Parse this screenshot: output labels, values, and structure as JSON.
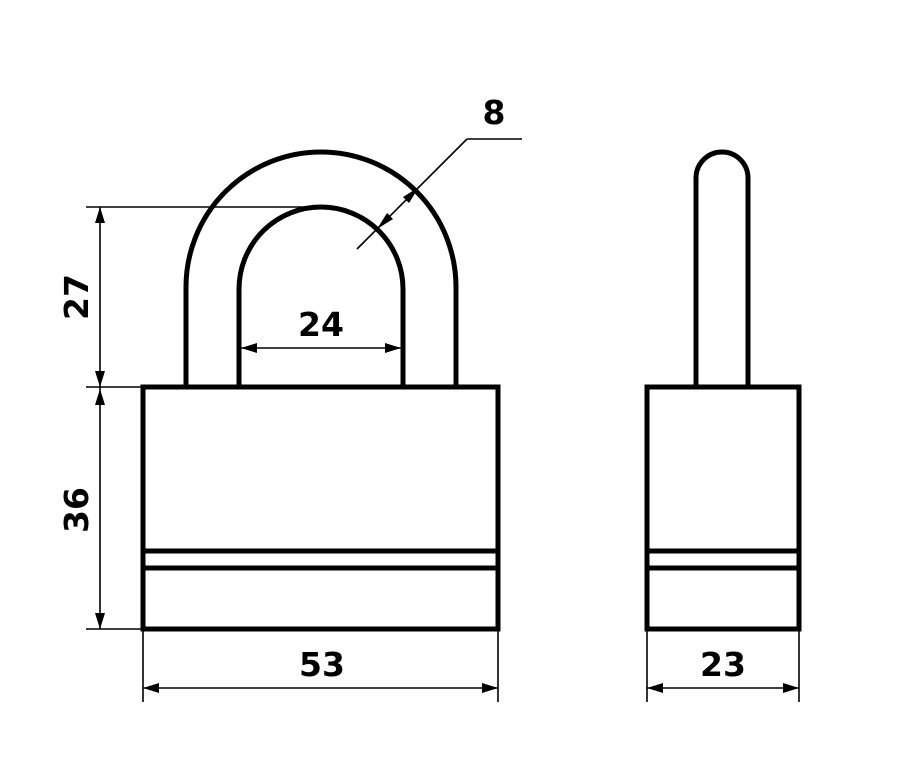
{
  "dimensions": {
    "wire_diameter": "8",
    "inner_width": "24",
    "shackle_height": "27",
    "body_height": "36",
    "body_width": "53",
    "body_depth": "23"
  },
  "colors": {
    "line": "#000000",
    "background": "#ffffff"
  }
}
